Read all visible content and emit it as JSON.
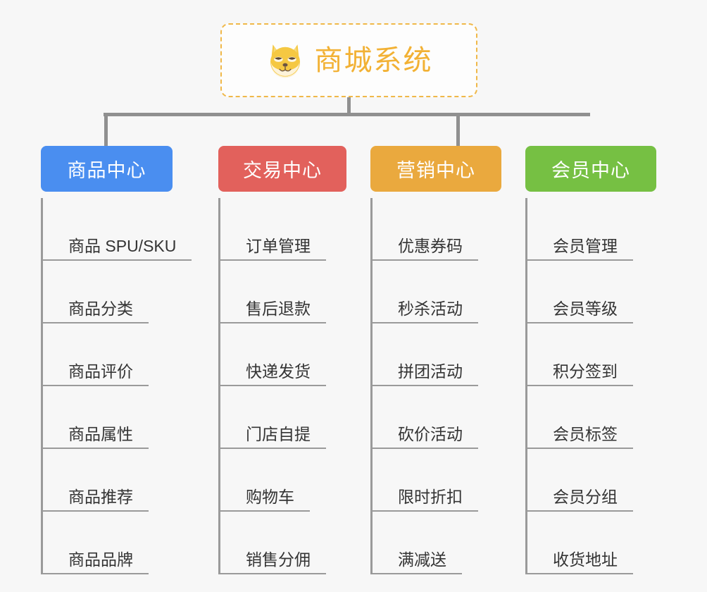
{
  "canvas": {
    "background_color": "#f7f7f7",
    "line_color": "#909090"
  },
  "root": {
    "title": "商城系统",
    "icon": "shiba-dog-face-icon",
    "icon_color": "#f5c842",
    "text_color": "#f2b134",
    "border_color": "#f0b849",
    "background_color": "#fdfdfd"
  },
  "branches": [
    {
      "label": "商品中心",
      "color": "#4a8ef0",
      "items": [
        "商品 SPU/SKU",
        "商品分类",
        "商品评价",
        "商品属性",
        "商品推荐",
        "商品品牌"
      ]
    },
    {
      "label": "交易中心",
      "color": "#e2615c",
      "items": [
        "订单管理",
        "售后退款",
        "快递发货",
        "门店自提",
        "购物车",
        "销售分佣"
      ]
    },
    {
      "label": "营销中心",
      "color": "#eaa93e",
      "items": [
        "优惠券码",
        "秒杀活动",
        "拼团活动",
        "砍价活动",
        "限时折扣",
        "满减送"
      ]
    },
    {
      "label": "会员中心",
      "color": "#76c043",
      "items": [
        "会员管理",
        "会员等级",
        "积分签到",
        "会员标签",
        "会员分组",
        "收货地址"
      ]
    }
  ]
}
